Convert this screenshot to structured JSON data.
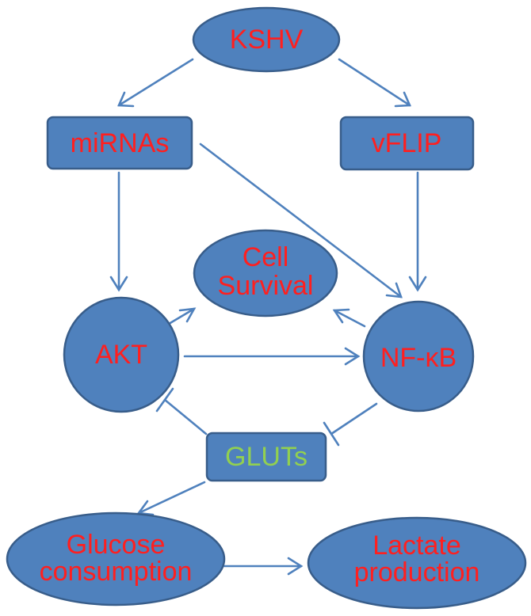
{
  "nodes": {
    "kshv": "KSHV",
    "mirnas": "miRNAs",
    "vflip": "vFLIP",
    "cell_survival": [
      "Cell",
      "Survival"
    ],
    "akt": "AKT",
    "nfkb": "NF-κB",
    "gluts": "GLUTs",
    "glucose": [
      "Glucose",
      "consumption"
    ],
    "lactate": [
      "Lactate",
      "production"
    ]
  },
  "colors": {
    "node_fill": "#4f81bd",
    "node_stroke": "#385d8a",
    "edge": "#4f81bd",
    "label": "#ff1f1f",
    "gluts_label": "#92d050"
  }
}
